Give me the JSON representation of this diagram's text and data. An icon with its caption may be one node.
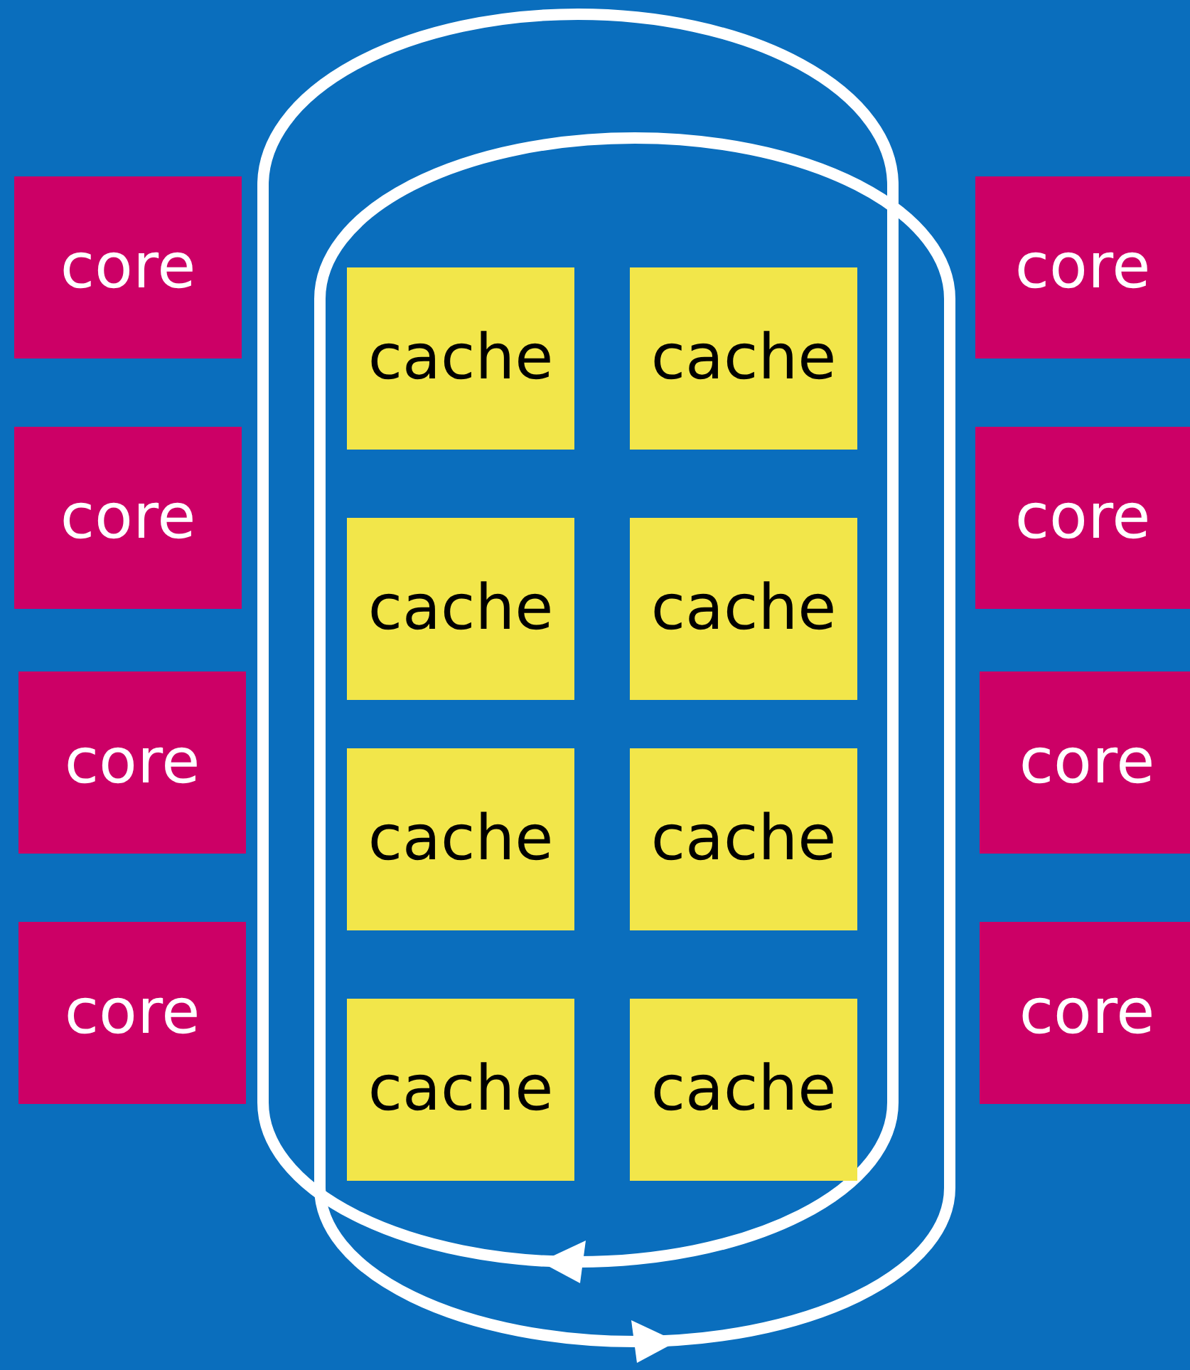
{
  "diagram": {
    "nodes": [
      {
        "text": [
          "core"
        ]
      },
      {
        "text": [
          "cache"
        ]
      },
      {
        "text": [
          "cache"
        ]
      },
      {
        "text": [
          "core"
        ]
      },
      {
        "text": [
          "core"
        ]
      },
      {
        "text": [
          "cache"
        ]
      },
      {
        "text": [
          "cache"
        ]
      },
      {
        "text": [
          "core"
        ]
      },
      {
        "text": [
          "core"
        ]
      },
      {
        "text": [
          "cache"
        ]
      },
      {
        "text": [
          "cache"
        ]
      },
      {
        "text": [
          "core"
        ]
      },
      {
        "text": [
          "core"
        ]
      },
      {
        "text": [
          "cache"
        ]
      },
      {
        "text": [
          "cache"
        ]
      },
      {
        "text": [
          "core"
        ]
      }
    ]
  }
}
